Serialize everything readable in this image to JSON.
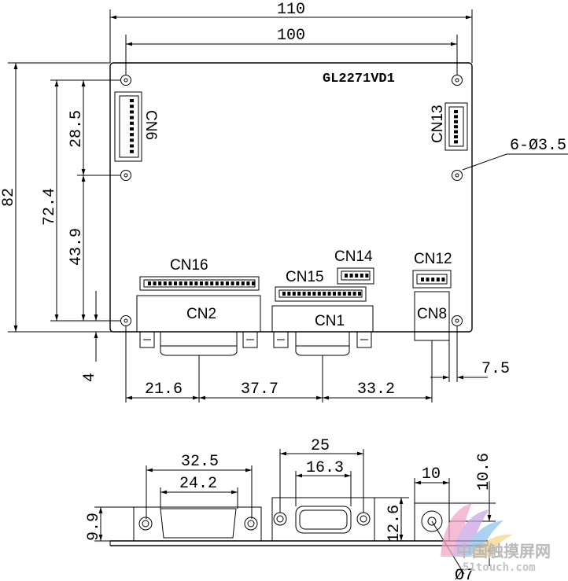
{
  "board": {
    "model": "GL2271VD1"
  },
  "connectors": {
    "cn6": "CN6",
    "cn13": "CN13",
    "cn16": "CN16",
    "cn2": "CN2",
    "cn15": "CN15",
    "cn14": "CN14",
    "cn1": "CN1",
    "cn12": "CN12",
    "cn8": "CN8"
  },
  "top_view_dims": {
    "width_overall": "110",
    "width_holes": "100",
    "height_overall": "82",
    "v_72_4": "72.4",
    "v_28_5": "28.5",
    "v_43_9": "43.9",
    "v_4": "4",
    "holes": "6-Ø3.5",
    "h_21_6": "21.6",
    "h_37_7": "37.7",
    "h_33_2": "33.2",
    "h_7_5": "7.5"
  },
  "side_view_dims": {
    "d_32_5": "32.5",
    "d_24_2": "24.2",
    "d_25": "25",
    "d_16_3": "16.3",
    "d_10": "10",
    "d_10_6": "10.6",
    "d_9_9": "9.9",
    "d_12_6": "12.6",
    "d_phi7": "Ø7"
  },
  "watermark": {
    "line1": "中国触摸屏网",
    "line2": "51touch.com"
  }
}
